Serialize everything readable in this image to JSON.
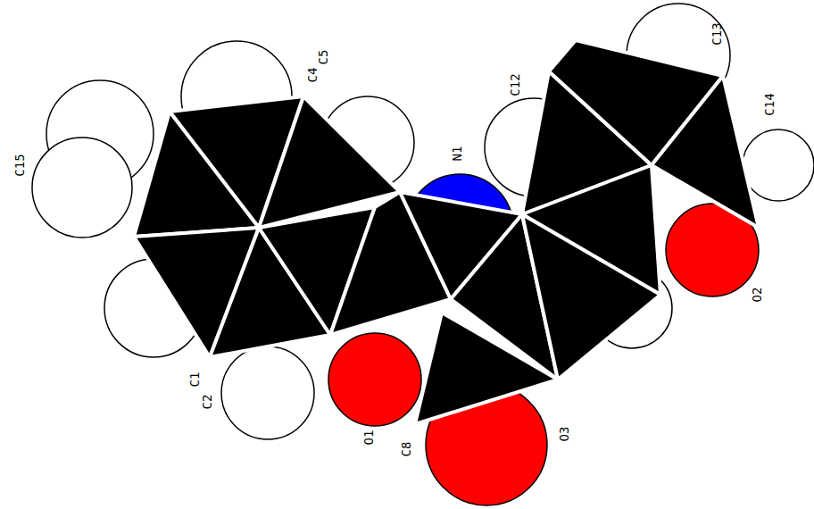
{
  "diagram": {
    "labels": [
      "C15",
      "C5",
      "C4",
      "N1",
      "C12",
      "C13",
      "C14",
      "O2",
      "O3",
      "C8",
      "O1",
      "C2",
      "C1"
    ]
  }
}
